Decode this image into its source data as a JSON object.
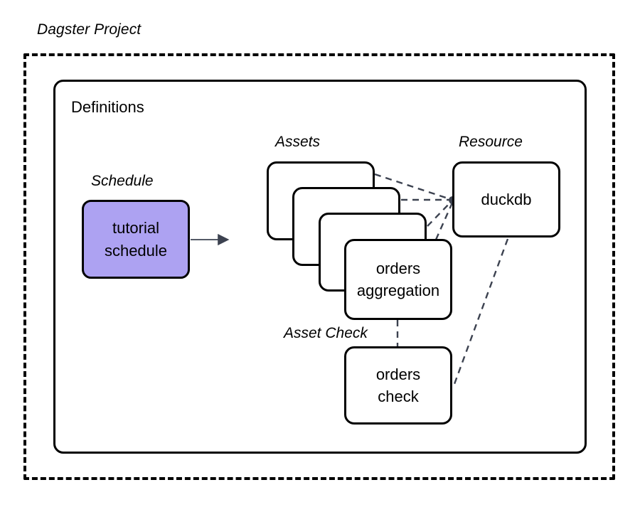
{
  "diagram": {
    "title": "Dagster Project",
    "container_label": "Definitions",
    "groups": {
      "schedule": "Schedule",
      "assets": "Assets",
      "resource": "Resource",
      "asset_check_line1": "Asset",
      "asset_check_line2": "Check"
    },
    "nodes": [
      {
        "id": "tutorial-schedule",
        "kind": "schedule",
        "lines": [
          "tutorial",
          "schedule"
        ],
        "fill": "#ADA2F2",
        "stroke": "#000000"
      },
      {
        "id": "asset-card-back-1",
        "kind": "asset",
        "lines": [],
        "fill": "#FFFFFF",
        "stroke": "#000000"
      },
      {
        "id": "asset-card-back-2",
        "kind": "asset",
        "lines": [],
        "fill": "#FFFFFF",
        "stroke": "#000000"
      },
      {
        "id": "asset-card-back-3",
        "kind": "asset",
        "lines": [],
        "fill": "#FFFFFF",
        "stroke": "#000000"
      },
      {
        "id": "orders-aggregation",
        "kind": "asset",
        "lines": [
          "orders",
          "aggregation"
        ],
        "fill": "#FFFFFF",
        "stroke": "#000000"
      },
      {
        "id": "duckdb",
        "kind": "resource",
        "lines": [
          "duckdb"
        ],
        "fill": "#FFFFFF",
        "stroke": "#000000"
      },
      {
        "id": "orders-check",
        "kind": "asset-check",
        "lines": [
          "orders",
          "check"
        ],
        "fill": "#FFFFFF",
        "stroke": "#000000"
      }
    ],
    "edges": [
      {
        "id": "schedule-to-assets",
        "from": "tutorial-schedule",
        "to": "assets",
        "style": "solid-arrow",
        "color": "#3C4250"
      },
      {
        "id": "asset1-to-duckdb",
        "from": "asset-card-back-1",
        "to": "duckdb",
        "style": "dashed",
        "color": "#3C4250"
      },
      {
        "id": "asset2-to-duckdb",
        "from": "asset-card-back-2",
        "to": "duckdb",
        "style": "dashed",
        "color": "#3C4250"
      },
      {
        "id": "asset3-to-duckdb",
        "from": "asset-card-back-3",
        "to": "duckdb",
        "style": "dashed",
        "color": "#3C4250"
      },
      {
        "id": "orders-aggregation-to-duckdb",
        "from": "orders-aggregation",
        "to": "duckdb",
        "style": "dashed",
        "color": "#3C4250"
      },
      {
        "id": "orders-aggregation-to-orders-check",
        "from": "orders-aggregation",
        "to": "orders-check",
        "style": "dashed",
        "color": "#3C4250"
      },
      {
        "id": "duckdb-to-orders-check",
        "from": "duckdb",
        "to": "orders-check",
        "style": "dashed",
        "color": "#3C4250"
      }
    ],
    "colors": {
      "background": "#FFFFFF",
      "stroke": "#000000",
      "schedule_fill": "#ADA2F2",
      "edge": "#3C4250"
    }
  }
}
